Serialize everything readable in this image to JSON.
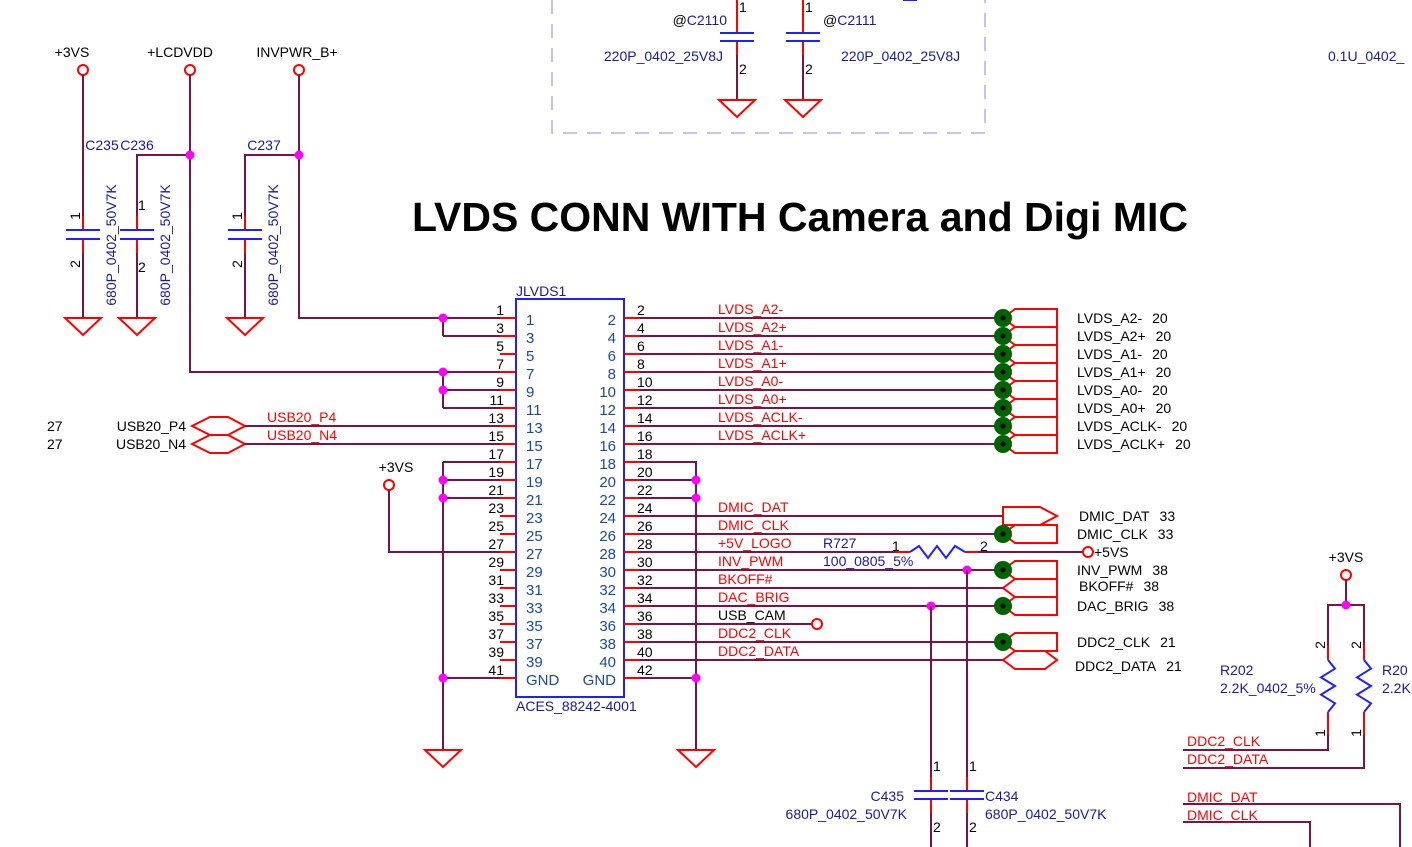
{
  "title": "LVDS CONN WITH Camera and Digi MIC",
  "colors": {
    "wire": "#7a1448",
    "pin": "#ff0000",
    "junction": "#ff00ff",
    "test_point": "#006400",
    "component_text": "#1a1a9a",
    "body": "#2020ff"
  },
  "rails": {
    "left_3vs": "+3VS",
    "lcdvdd": "+LCDVDD",
    "invpwr": "INVPWR_B+",
    "mid_3vs": "+3VS",
    "p5vs": "+5VS",
    "right_3vs": "+3VS"
  },
  "left_caps": [
    {
      "ref": "C235",
      "value": "680P_0402_50V7K",
      "pin1": "1",
      "pin2": "2"
    },
    {
      "ref": "C236",
      "value": "680P_0402_50V7K",
      "pin1": "1",
      "pin2": "2"
    },
    {
      "ref": "C237",
      "value": "680P_0402_50V7K",
      "pin1": "1",
      "pin2": "2"
    }
  ],
  "top_caps": [
    {
      "ref_prefix": "@",
      "ref": "C2110",
      "value": "220P_0402_25V8J",
      "pin1": "1",
      "pin2": "2"
    },
    {
      "ref_prefix": "@",
      "ref": "C2111",
      "value": "220P_0402_25V8J",
      "pin1": "1",
      "pin2": "2"
    }
  ],
  "top_right_value": "0.1U_0402_",
  "connector": {
    "ref": "JLVDS1",
    "part": "ACES_88242-4001",
    "left_pins": [
      "1",
      "3",
      "5",
      "7",
      "9",
      "11",
      "13",
      "15",
      "17",
      "19",
      "21",
      "23",
      "25",
      "27",
      "29",
      "31",
      "33",
      "35",
      "37",
      "39",
      "GND"
    ],
    "left_outer": [
      "1",
      "3",
      "5",
      "7",
      "9",
      "11",
      "13",
      "15",
      "17",
      "19",
      "21",
      "23",
      "25",
      "27",
      "29",
      "31",
      "33",
      "35",
      "37",
      "39",
      "41"
    ],
    "right_pins": [
      "2",
      "4",
      "6",
      "8",
      "10",
      "12",
      "14",
      "16",
      "18",
      "20",
      "22",
      "24",
      "26",
      "28",
      "30",
      "32",
      "34",
      "36",
      "38",
      "40",
      "GND"
    ],
    "right_outer": [
      "2",
      "4",
      "6",
      "8",
      "10",
      "12",
      "14",
      "16",
      "18",
      "20",
      "22",
      "24",
      "26",
      "28",
      "30",
      "32",
      "34",
      "36",
      "38",
      "40",
      "42"
    ]
  },
  "usb": [
    {
      "page": "27",
      "offpage": "USB20_P4",
      "net": "USB20_P4"
    },
    {
      "page": "27",
      "offpage": "USB20_N4",
      "net": "USB20_N4"
    }
  ],
  "right_nets": [
    {
      "net": "LVDS_A2-",
      "offpage": "LVDS_A2-",
      "page": "20",
      "test_point": true
    },
    {
      "net": "LVDS_A2+",
      "offpage": "LVDS_A2+",
      "page": "20",
      "test_point": true
    },
    {
      "net": "LVDS_A1-",
      "offpage": "LVDS_A1-",
      "page": "20",
      "test_point": true
    },
    {
      "net": "LVDS_A1+",
      "offpage": "LVDS_A1+",
      "page": "20",
      "test_point": true
    },
    {
      "net": "LVDS_A0-",
      "offpage": "LVDS_A0-",
      "page": "20",
      "test_point": true
    },
    {
      "net": "LVDS_A0+",
      "offpage": "LVDS_A0+",
      "page": "20",
      "test_point": true
    },
    {
      "net": "LVDS_ACLK-",
      "offpage": "LVDS_ACLK-",
      "page": "20",
      "test_point": true
    },
    {
      "net": "LVDS_ACLK+",
      "offpage": "LVDS_ACLK+",
      "page": "20",
      "test_point": true
    }
  ],
  "lower_nets": [
    {
      "pin": "24",
      "net": "DMIC_DAT",
      "offpage": "DMIC_DAT",
      "page": "33",
      "test_point": false
    },
    {
      "pin": "26",
      "net": "DMIC_CLK",
      "offpage": "DMIC_CLK",
      "page": "33",
      "test_point": true
    },
    {
      "pin": "28",
      "net": "+5V_LOGO"
    },
    {
      "pin": "30",
      "net": "INV_PWM",
      "offpage": "INV_PWM",
      "page": "38",
      "test_point": true
    },
    {
      "pin": "32",
      "net": "BKOFF#",
      "offpage": "BKOFF#",
      "page": "38",
      "test_point": false
    },
    {
      "pin": "34",
      "net": "DAC_BRIG",
      "offpage": "DAC_BRIG",
      "page": "38",
      "test_point": true
    },
    {
      "pin": "36",
      "net": "USB_CAM"
    },
    {
      "pin": "38",
      "net": "DDC2_CLK",
      "offpage": "DDC2_CLK",
      "page": "21",
      "test_point": true
    },
    {
      "pin": "40",
      "net": "DDC2_DATA",
      "offpage": "DDC2_DATA",
      "page": "21",
      "test_point": false
    }
  ],
  "r727": {
    "ref": "R727",
    "value": "100_0805_5%",
    "pin1": "1",
    "pin2": "2"
  },
  "bottom_caps": [
    {
      "ref": "C435",
      "value": "680P_0402_50V7K",
      "pin1": "1",
      "pin2": "2"
    },
    {
      "ref": "C434",
      "value": "680P_0402_50V7K",
      "pin1": "1",
      "pin2": "2"
    }
  ],
  "pullups": [
    {
      "ref": "R202",
      "value": "2.2K_0402_5%",
      "pin1": "1",
      "pin2": "2"
    },
    {
      "ref": "R20",
      "value": "2.2K",
      "pin1": "1",
      "pin2": "2"
    }
  ],
  "bottom_right_nets": [
    "DDC2_CLK",
    "DDC2_DATA",
    "DMIC_DAT",
    "DMIC_CLK"
  ]
}
